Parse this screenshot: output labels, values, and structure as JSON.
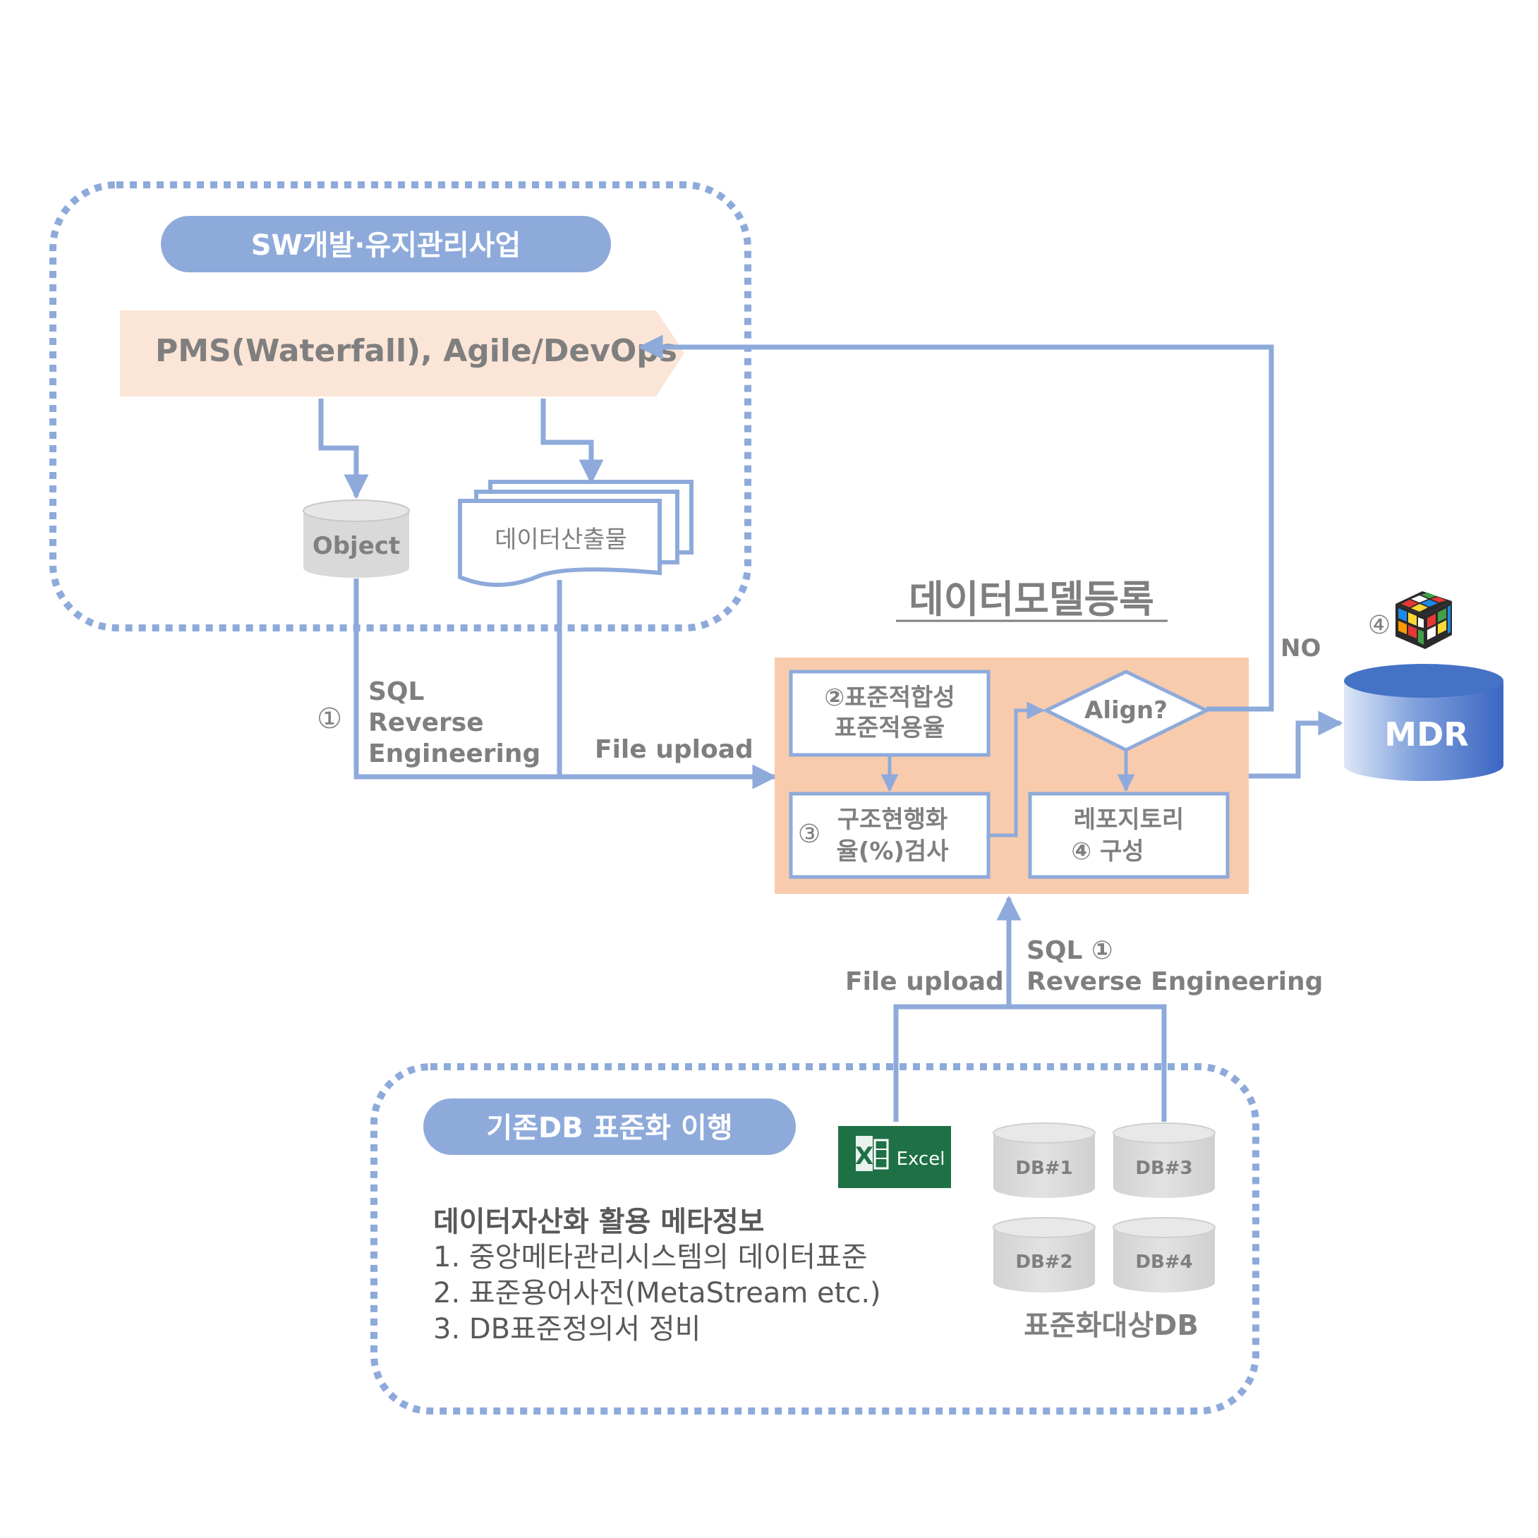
{
  "top_group": {
    "title": "SW개발·유지관리사업",
    "process_banner": "PMS(Waterfall), Agile/DevOps",
    "object_label": "Object",
    "deliverables_label": "데이터산출물"
  },
  "left_flow": {
    "step_marker": "①",
    "sql_lines": [
      "SQL",
      "Reverse",
      "Engineering"
    ],
    "file_upload": "File upload"
  },
  "registration": {
    "title": "데이터모델등록",
    "step2_lines": [
      "②표준적합성",
      "표준적용율"
    ],
    "step3_marker": "③",
    "step3_lines": [
      "구조현행화",
      "율(%)검사"
    ],
    "decision": "Align?",
    "no_label": "NO",
    "repo_lines": [
      "레포지토리",
      "④ 구성"
    ]
  },
  "mdr": {
    "label": "MDR",
    "step_marker": "④"
  },
  "bottom_flow": {
    "file_upload": "File upload",
    "sql_line": "SQL ①",
    "reverse_line": "Reverse Engineering"
  },
  "bottom_group": {
    "title": "기존DB 표준화 이행",
    "excel_label": "Excel",
    "meta_heading": "데이터자산화 활용 메타정보",
    "meta_items": [
      "1. 중앙메타관리시스템의 데이터표준",
      "2. 표준용어사전(MetaStream etc.)",
      "3. DB표준정의서 정비"
    ],
    "databases": [
      "DB#1",
      "DB#3",
      "DB#2",
      "DB#4"
    ],
    "db_caption": "표준화대상DB"
  },
  "colors": {
    "accent_blue": "#8eaadb",
    "dark_blue": "#4472c4",
    "peach": "#f8cbad",
    "banner_peach": "#fbe5d6",
    "text_gray": "#7f7f7f",
    "excel_green": "#1e7145"
  }
}
